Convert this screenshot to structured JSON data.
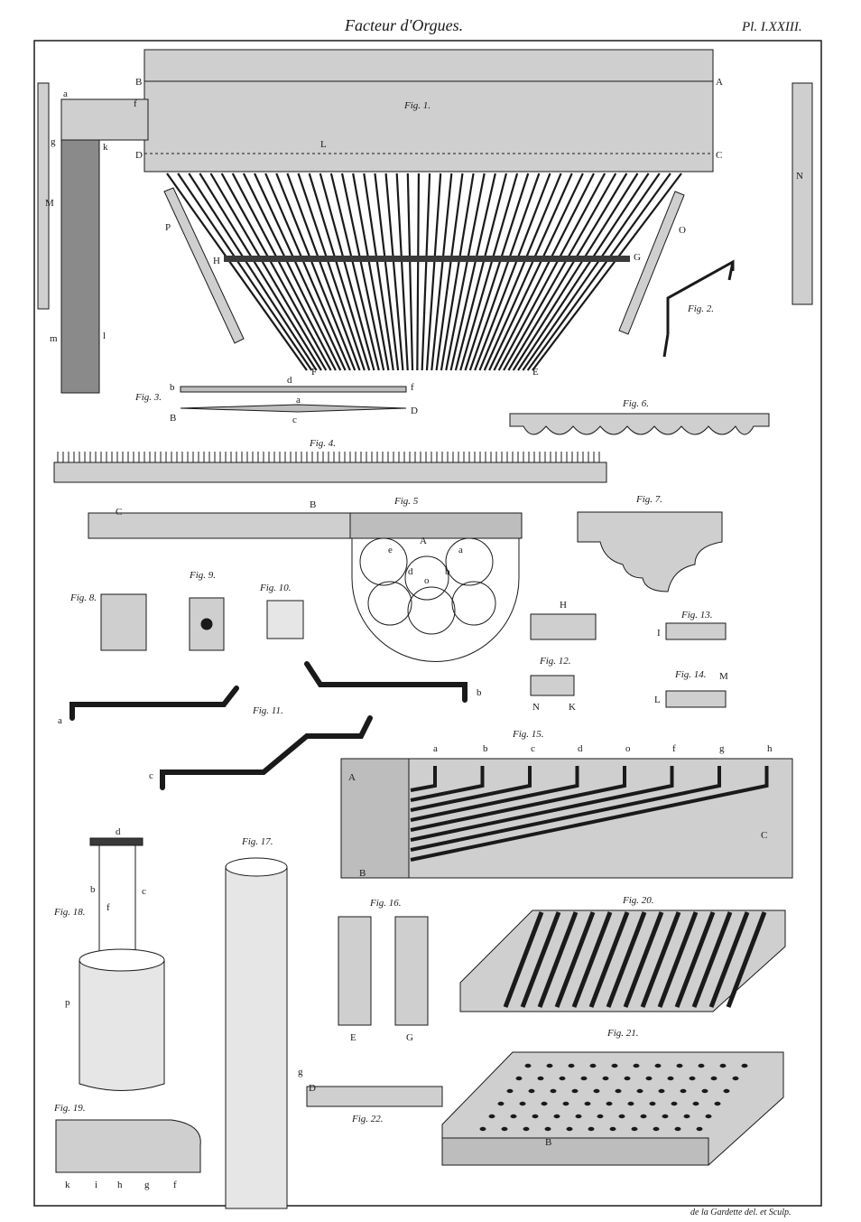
{
  "header": {
    "title": "Facteur d'Orgues.",
    "plate_number": "Pl. I.XXIII."
  },
  "credit": "de la Gardette del. et Sculp.",
  "figure_labels": {
    "fig1": "Fig. 1.",
    "fig2": "Fig. 2.",
    "fig3": "Fig. 3.",
    "fig4": "Fig. 4.",
    "fig5": "Fig. 5",
    "fig6": "Fig. 6.",
    "fig7": "Fig. 7.",
    "fig8": "Fig. 8.",
    "fig9": "Fig. 9.",
    "fig10": "Fig. 10.",
    "fig11": "Fig. 11.",
    "fig12": "Fig. 12.",
    "fig13": "Fig. 13.",
    "fig14": "Fig. 14.",
    "fig15": "Fig. 15.",
    "fig16": "Fig. 16.",
    "fig17": "Fig. 17.",
    "fig18": "Fig. 18.",
    "fig19": "Fig. 19.",
    "fig20": "Fig. 20.",
    "fig21": "Fig. 21.",
    "fig22": "Fig. 22."
  },
  "letters": {
    "A": "A",
    "B": "B",
    "C": "C",
    "D": "D",
    "E": "E",
    "F": "F",
    "G": "G",
    "H": "H",
    "I": "I",
    "K": "K",
    "L": "L",
    "M": "M",
    "N": "N",
    "O": "O",
    "P": "P",
    "a": "a",
    "b": "b",
    "c": "c",
    "d": "d",
    "e": "e",
    "f": "f",
    "g": "g",
    "h": "h",
    "i": "i",
    "k": "k",
    "l": "l",
    "m": "m",
    "o": "o",
    "p": "p"
  },
  "colors": {
    "ink": "#1a1a1a",
    "paper": "#ffffff",
    "shade": "#bdbdbd",
    "dark": "#3a3a3a"
  }
}
